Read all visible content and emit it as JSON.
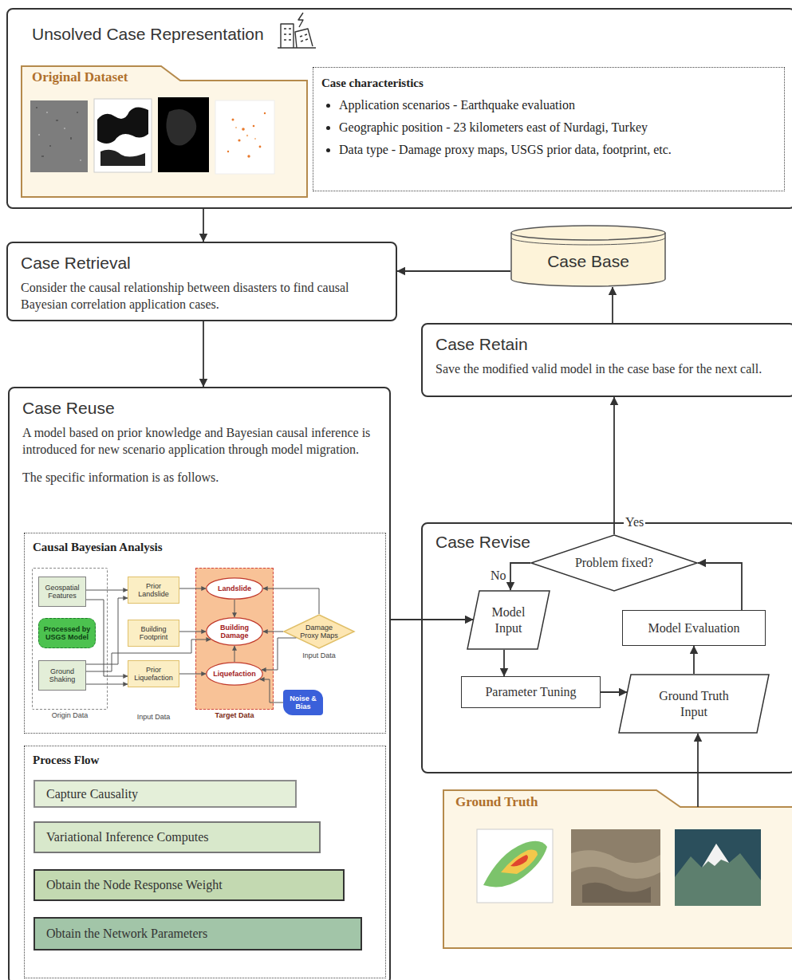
{
  "diagram": {
    "nodes": [
      {
        "text": [
          "Unsolved Case Representation"
        ]
      },
      {
        "text": [
          "Original Dataset"
        ],
        "in": 0
      },
      {
        "text": [
          "Case characteristics",
          "Application scenarios - Earthquake evaluation",
          "Geographic position - 23 kilometers east of Nurdagi, Turkey",
          "Data type - Damage proxy maps, USGS prior data, footprint, etc."
        ],
        "in": 0
      },
      {
        "text": [
          "Case Retrieval",
          "Consider the causal relationship between disasters to find causal Bayesian correlation application cases."
        ]
      },
      {
        "text": [
          "Case Base"
        ]
      },
      {
        "text": [
          "Case Reuse",
          "A model based on prior knowledge and Bayesian causal inference is introduced for new scenario application through model migration.",
          "The specific information is as follows."
        ]
      },
      {
        "text": [
          "Causal Bayesian Analysis"
        ],
        "in": 5
      },
      {
        "text": [
          "Origin Data"
        ],
        "in": 6
      },
      {
        "text": [
          "Geospatial Features"
        ],
        "in": 7
      },
      {
        "text": [
          "Processed by USGS Model"
        ],
        "in": 7
      },
      {
        "text": [
          "Ground Shaking"
        ],
        "in": 7
      },
      {
        "text": [
          "Prior Landslide"
        ],
        "in": 6
      },
      {
        "text": [
          "Building Footprint"
        ],
        "in": 6
      },
      {
        "text": [
          "Prior Liquefaction"
        ],
        "in": 6
      },
      {
        "text": [
          "Target Data"
        ],
        "in": 6
      },
      {
        "text": [
          "Landslide"
        ],
        "in": 14
      },
      {
        "text": [
          "Building Damage"
        ],
        "in": 14
      },
      {
        "text": [
          "Liquefaction"
        ],
        "in": 14
      },
      {
        "text": [
          "Damage Proxy Maps",
          "Input Data"
        ],
        "in": 6
      },
      {
        "text": [
          "Noise & Bias"
        ],
        "in": 6
      },
      {
        "text": [
          "Process Flow"
        ],
        "in": 5
      },
      {
        "text": [
          "Capture Causality"
        ],
        "in": 20
      },
      {
        "text": [
          "Variational Inference Computes"
        ],
        "in": 20
      },
      {
        "text": [
          "Obtain the Node Response Weight"
        ],
        "in": 20
      },
      {
        "text": [
          "Obtain the Network Parameters"
        ],
        "in": 20
      },
      {
        "text": [
          "Case Retain",
          "Save the modified valid model in the case base for the next call."
        ]
      },
      {
        "text": [
          "Case Revise"
        ]
      },
      {
        "text": [
          "Problem fixed?"
        ],
        "in": 26
      },
      {
        "text": [
          "Model Input"
        ],
        "in": 26
      },
      {
        "text": [
          "Parameter Tuning"
        ],
        "in": 26
      },
      {
        "text": [
          "Ground Truth Input"
        ],
        "in": 26
      },
      {
        "text": [
          "Model Evaluation"
        ],
        "in": 26
      },
      {
        "text": [
          "Ground Truth"
        ]
      }
    ],
    "edges": [
      {
        "from": 0,
        "to": 3,
        "arrow": "to"
      },
      {
        "from": 4,
        "to": 3,
        "arrow": "to"
      },
      {
        "from": 3,
        "to": 5,
        "arrow": "to"
      },
      {
        "from": 25,
        "to": 4,
        "arrow": "to"
      },
      {
        "from": 5,
        "to": 28,
        "arrow": "to"
      },
      {
        "from": 27,
        "to": 25,
        "label": "Yes",
        "arrow": "to"
      },
      {
        "from": 27,
        "to": 28,
        "label": "No",
        "arrow": "to"
      },
      {
        "from": 28,
        "to": 29,
        "arrow": "to"
      },
      {
        "from": 29,
        "to": 30,
        "arrow": "to"
      },
      {
        "from": 30,
        "to": 31,
        "arrow": "to"
      },
      {
        "from": 31,
        "to": 27,
        "arrow": "to"
      },
      {
        "from": 32,
        "to": 30,
        "arrow": "to"
      },
      {
        "from": 8,
        "to": 11,
        "arrow": "to"
      },
      {
        "from": 8,
        "to": 13,
        "arrow": "to"
      },
      {
        "from": 10,
        "to": 11,
        "arrow": "to"
      },
      {
        "from": 10,
        "to": 13,
        "arrow": "to"
      },
      {
        "from": 10,
        "to": 16,
        "arrow": "to"
      },
      {
        "from": 11,
        "to": 15,
        "arrow": "to"
      },
      {
        "from": 12,
        "to": 16,
        "arrow": "to"
      },
      {
        "from": 13,
        "to": 17,
        "arrow": "to"
      },
      {
        "from": 15,
        "to": 16,
        "arrow": "to"
      },
      {
        "from": 17,
        "to": 16,
        "arrow": "to"
      },
      {
        "from": 18,
        "to": 15,
        "arrow": "to"
      },
      {
        "from": 18,
        "to": 16,
        "arrow": "to"
      },
      {
        "from": 18,
        "to": 17,
        "arrow": "to"
      },
      {
        "from": 19,
        "to": 17,
        "arrow": "to"
      }
    ],
    "labels": [
      "Input Data"
    ]
  }
}
